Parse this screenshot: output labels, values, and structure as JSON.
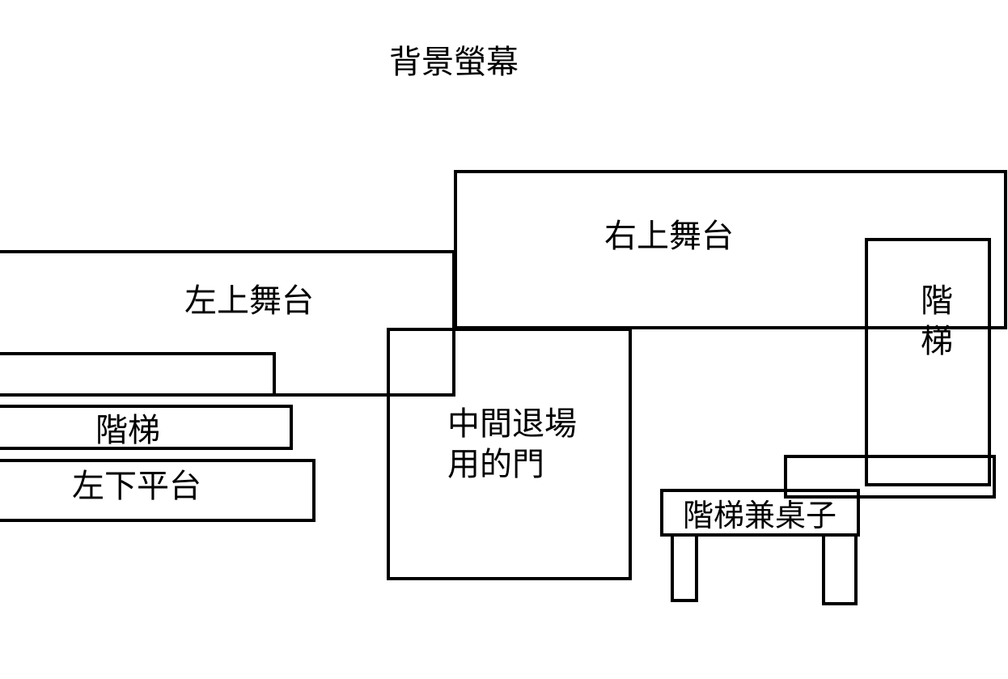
{
  "diagram": {
    "title": "背景螢幕",
    "labels": {
      "right_upper_stage": "右上舞台",
      "left_upper_stage": "左上舞台",
      "stairs_left": "階梯",
      "left_lower_platform": "左下平台",
      "middle_exit_door_line1": "中間退場",
      "middle_exit_door_line2": "用的門",
      "stairs_right_line1": "階",
      "stairs_right_line2": "梯",
      "stairs_table": "階梯兼桌子"
    },
    "colors": {
      "stroke": "#000000",
      "background": "#ffffff"
    }
  }
}
